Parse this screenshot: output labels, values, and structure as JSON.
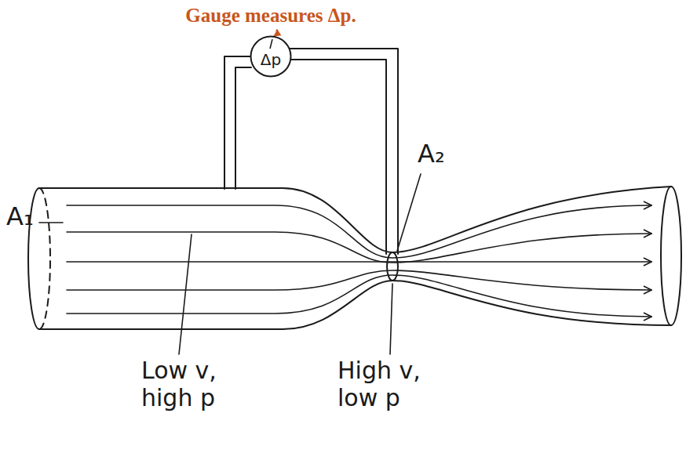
{
  "diagram": {
    "nodes": [
      {
        "text": [
          "Δp"
        ]
      }
    ],
    "labels": [
      "Gauge measures Δp.",
      "A₁",
      "A₂",
      "Low v, high p",
      "High v, low p"
    ]
  }
}
